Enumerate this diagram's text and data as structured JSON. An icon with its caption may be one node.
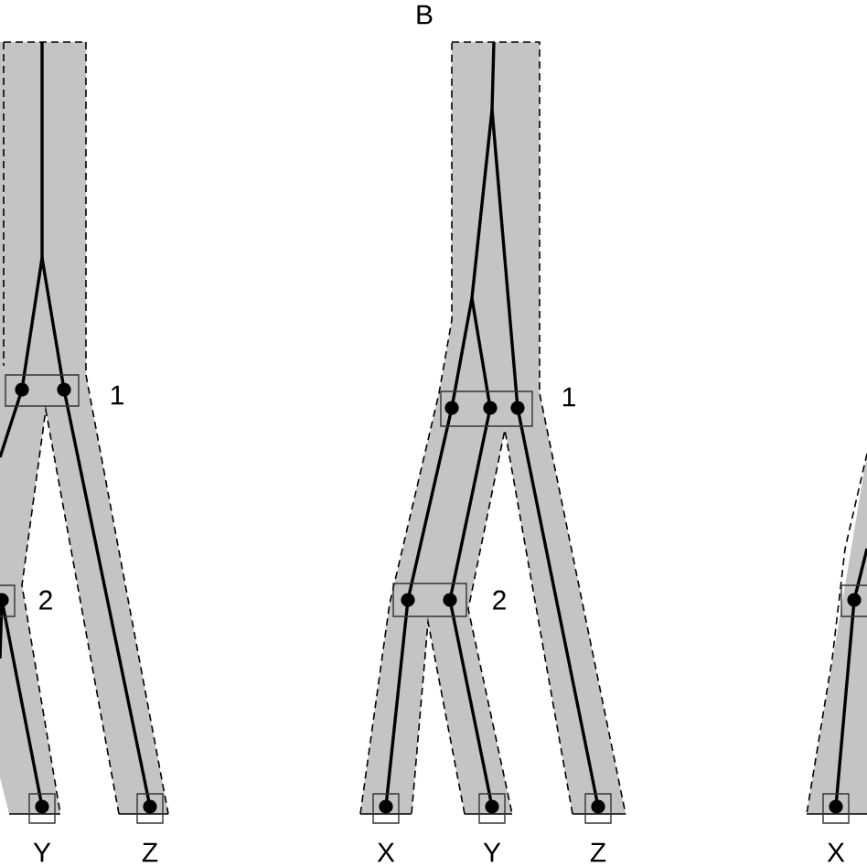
{
  "diagram": {
    "labels": [
      "B",
      "1",
      "1",
      "2",
      "2",
      "Y",
      "Z",
      "X",
      "Y",
      "Z",
      "X"
    ]
  }
}
